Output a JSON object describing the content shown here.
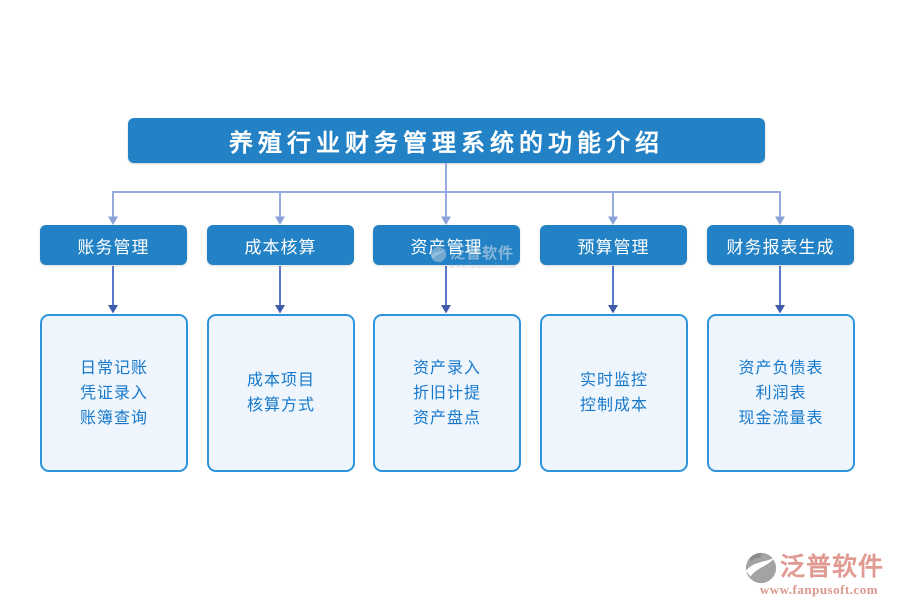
{
  "title": "养殖行业财务管理系统的功能介绍",
  "branches": [
    {
      "label": "账务管理",
      "items": [
        "日常记账",
        "凭证录入",
        "账簿查询"
      ]
    },
    {
      "label": "成本核算",
      "items": [
        "成本项目",
        "核算方式"
      ]
    },
    {
      "label": "资产管理",
      "items": [
        "资产录入",
        "折旧计提",
        "资产盘点"
      ]
    },
    {
      "label": "预算管理",
      "items": [
        "实时监控",
        "控制成本"
      ]
    },
    {
      "label": "财务报表生成",
      "items": [
        "资产负债表",
        "利润表",
        "现金流量表"
      ]
    }
  ],
  "watermark": {
    "brand": "泛普软件",
    "url": "www.fanpusoft.com"
  },
  "colors": {
    "primary_blue": "#2382c5",
    "leaf_background": "#eef5fd",
    "leaf_border": "#2e95dd",
    "leaf_text": "#1779cc",
    "connector_light": "#97abdd",
    "connector_dark": "#5b79cb",
    "brand_salmon": "#e09a91"
  }
}
